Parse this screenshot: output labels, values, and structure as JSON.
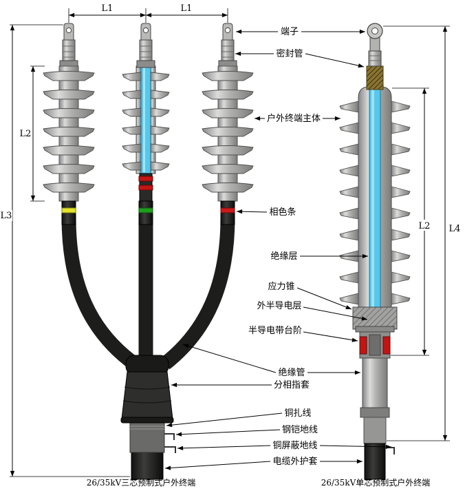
{
  "diagram": {
    "parts": {
      "terminal": "端子",
      "sealing_tube": "密封管",
      "terminal_body": "户外终端主体",
      "phase_color_strip": "相色条",
      "insulation_layer": "绝缘层",
      "stress_cone": "应力锥",
      "outer_semicon_layer": "外半导电层",
      "semicon_tape_step": "半导电带台阶",
      "insulation_tube": "绝缘管",
      "phase_finger_sleeve": "分相指套",
      "copper_binding_wire": "铜扎线",
      "steel_armor_ground_wire": "钢铠地线",
      "copper_shield_ground_wire": "铜屏蔽地线",
      "cable_outer_sheath": "电缆外护套"
    },
    "dimensions": {
      "l1_left": "L1",
      "l1_right": "L1",
      "l2_three_core": "L2",
      "l3": "L3",
      "l2_single_core": "L2",
      "l4": "L4"
    },
    "captions": {
      "three_core": "26/35kV三芯预制式户外终端",
      "single_core": "26/35kV单芯预制式户外终端"
    },
    "colors": {
      "insulation_blue": "#55c8ec",
      "phase_a_yellow": "#e3e32a",
      "phase_b_green": "#1f9e1f",
      "phase_c_red": "#cc1a1a",
      "band_red": "#c41414",
      "sheath_black": "#1d1d1b",
      "body_grey": "#b5b5b3"
    }
  }
}
